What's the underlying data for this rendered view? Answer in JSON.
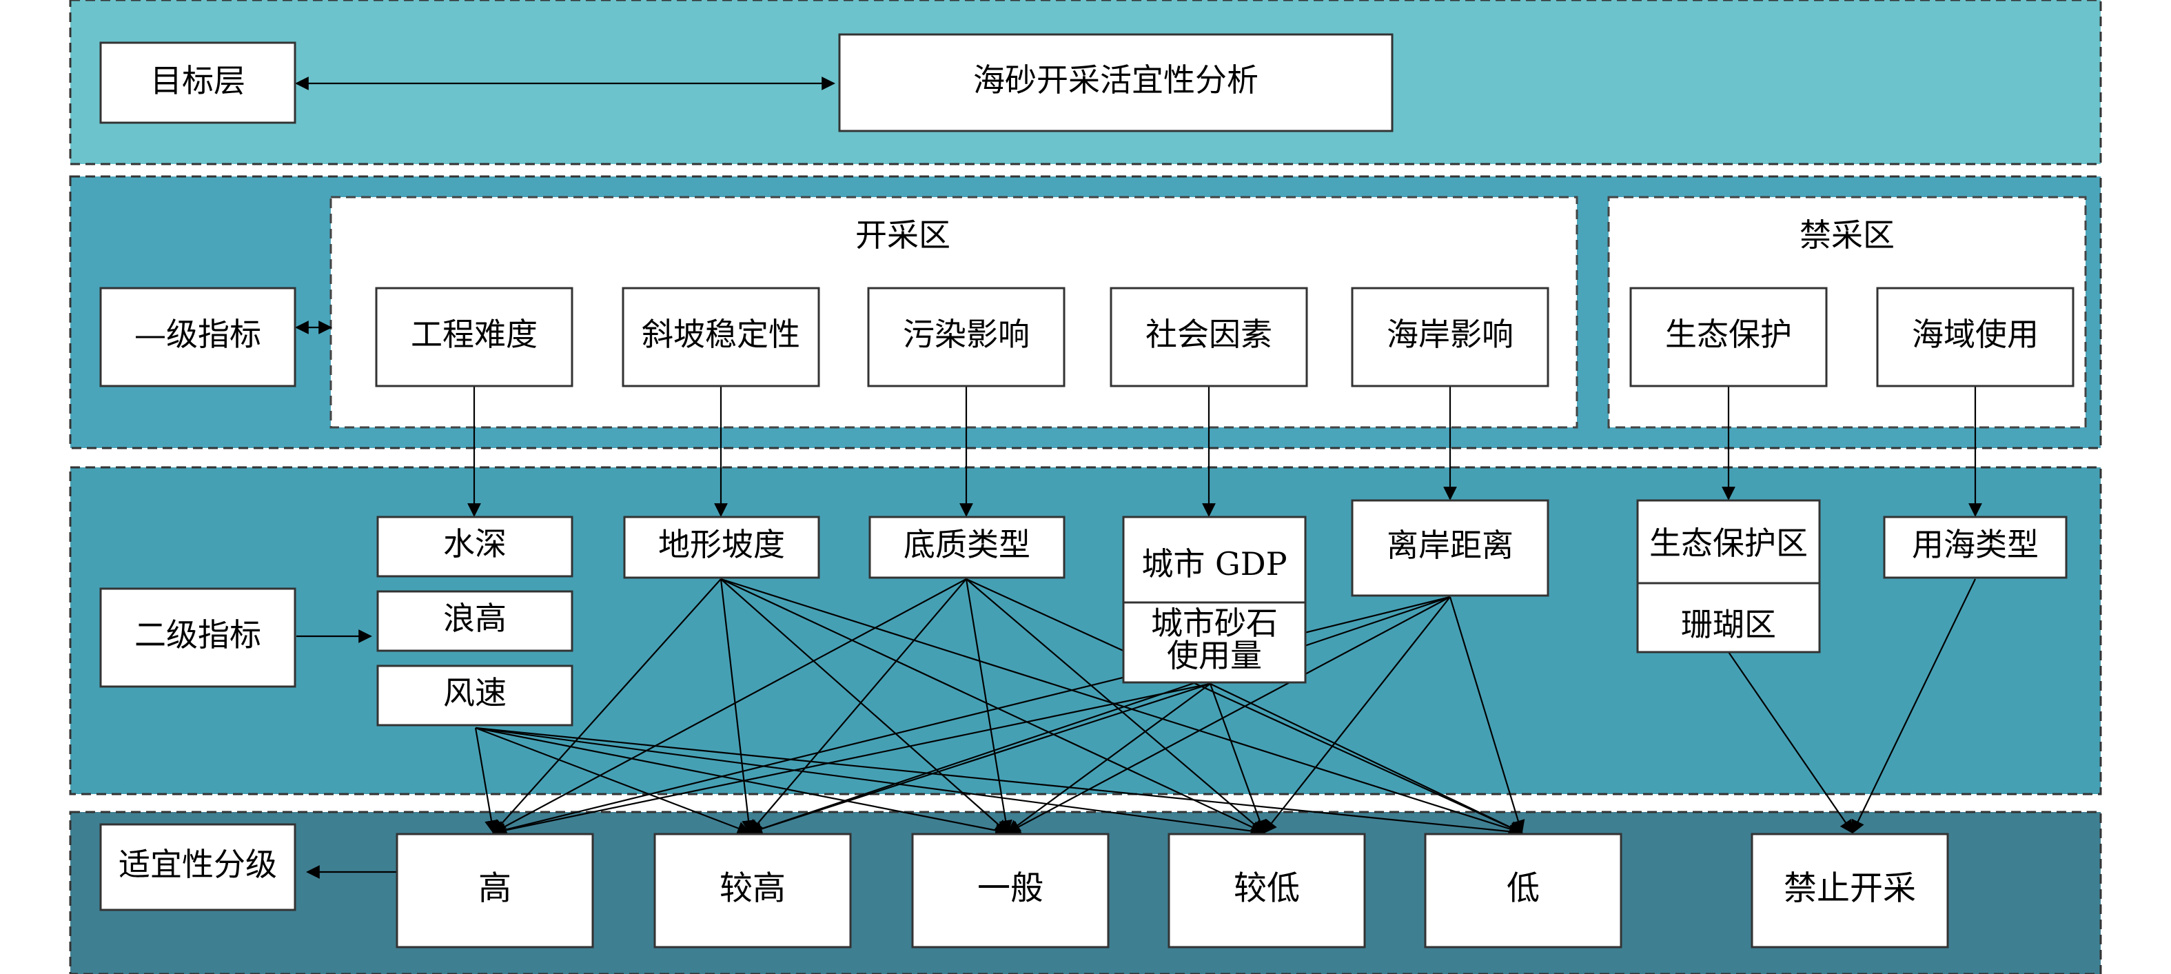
{
  "colors": {
    "band_goal": "#6cc3cc",
    "band_level1": "#4aa5bb",
    "band_level2": "#46a0b4",
    "band_grade": "#3f7f92",
    "box_fill": "#ffffff",
    "line": "#000000"
  },
  "layers": {
    "goal": "目标层",
    "level1": "—级指标",
    "level2": "二级指标",
    "grade": "适宜性分级"
  },
  "goal": {
    "title": "海砂开采活宜性分析"
  },
  "zones": {
    "mining": "开采区",
    "prohibited": "禁采区"
  },
  "level1": {
    "engineering": "工程难度",
    "slope_stability": "斜坡稳定性",
    "pollution": "污染影响",
    "social": "社会因素",
    "coast": "海岸影响",
    "ecology": "生态保护",
    "sea_use": "海域使用"
  },
  "level2": {
    "depth": "水深",
    "wave": "浪高",
    "wind": "风速",
    "terrain": "地形坡度",
    "substrate": "底质类型",
    "gdp": "城市 GDP",
    "sand_use_1": "城市砂石",
    "sand_use_2": "使用量",
    "distance": "离岸距离",
    "eco_zone": "生态保护区",
    "coral": "珊瑚区",
    "sea_type": "用海类型"
  },
  "grades": {
    "high": "高",
    "mid_high": "较高",
    "normal": "一般",
    "mid_low": "较低",
    "low": "低",
    "forbidden": "禁止开采"
  }
}
